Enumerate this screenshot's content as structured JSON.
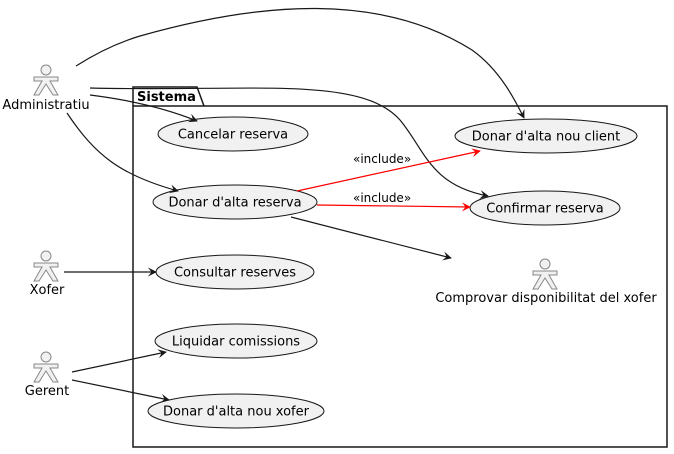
{
  "diagram": {
    "package_label": "Sistema",
    "actors": {
      "administratiu": "Administratiu",
      "xofer": "Xofer",
      "gerent": "Gerent",
      "comprovar": "Comprovar disponibilitat del xofer"
    },
    "use_cases": {
      "cancelar": "Cancelar reserva",
      "donar_alta_reserva": "Donar d'alta reserva",
      "consultar": "Consultar reserves",
      "liquidar": "Liquidar comissions",
      "alta_xofer": "Donar d'alta nou xofer",
      "alta_client": "Donar d'alta nou client",
      "confirmar": "Confirmar reserva"
    },
    "include_labels": {
      "to_client": "«include»",
      "to_confirmar": "«include»"
    },
    "colors": {
      "ellipse_fill": "#f1f1f1",
      "include_line": "#ff0000",
      "line": "#181818",
      "actor_fill": "#f1f1f1",
      "actor_stroke": "#888888"
    }
  }
}
